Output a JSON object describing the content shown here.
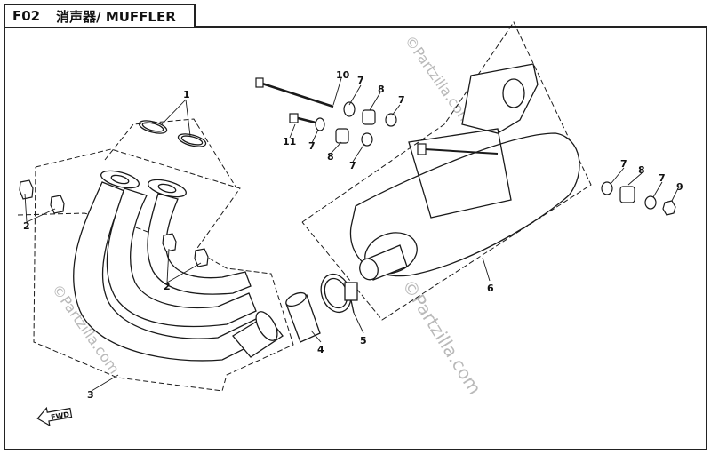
{
  "header": {
    "code": "F02",
    "title": "消声器/ MUFFLER"
  },
  "callouts": {
    "c1": "1",
    "c2a": "2",
    "c2b": "2",
    "c3": "3",
    "c4": "4",
    "c5": "5",
    "c6": "6",
    "c7a": "7",
    "c7b": "7",
    "c7c": "7",
    "c7d": "7",
    "c7e": "7",
    "c7f": "7",
    "c8a": "8",
    "c8b": "8",
    "c8c": "8",
    "c9": "9",
    "c10": "10",
    "c11": "11"
  },
  "watermarks": {
    "wm1": "©Partzilla.com",
    "wm2": "©Partzilla.com",
    "wm3": "©Partzilla.com"
  },
  "fwd_label": "FWD",
  "colors": {
    "line": "#1a1a1a",
    "watermark": "#b9b9b9"
  }
}
